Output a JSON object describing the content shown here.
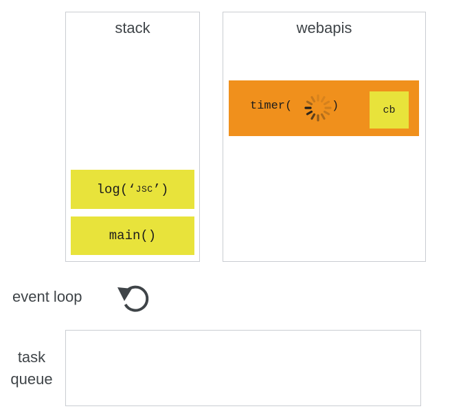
{
  "stack": {
    "title": "stack",
    "frames": [
      {
        "fn": "log(‘",
        "arg": "JSC",
        "close": "’)"
      },
      {
        "fn": "main()",
        "arg": "",
        "close": ""
      }
    ]
  },
  "webapis": {
    "title": "webapis",
    "timer": {
      "label": "timer(",
      "close": ")",
      "callback": "cb"
    }
  },
  "event_loop": {
    "label": "event loop",
    "icon": "circular-arrow-icon"
  },
  "task_queue": {
    "label_line1": "task",
    "label_line2": "queue"
  },
  "colors": {
    "frame": "#e8e33b",
    "timer": "#f0901c",
    "border": "#c9ccd1",
    "text": "#3f4448"
  }
}
